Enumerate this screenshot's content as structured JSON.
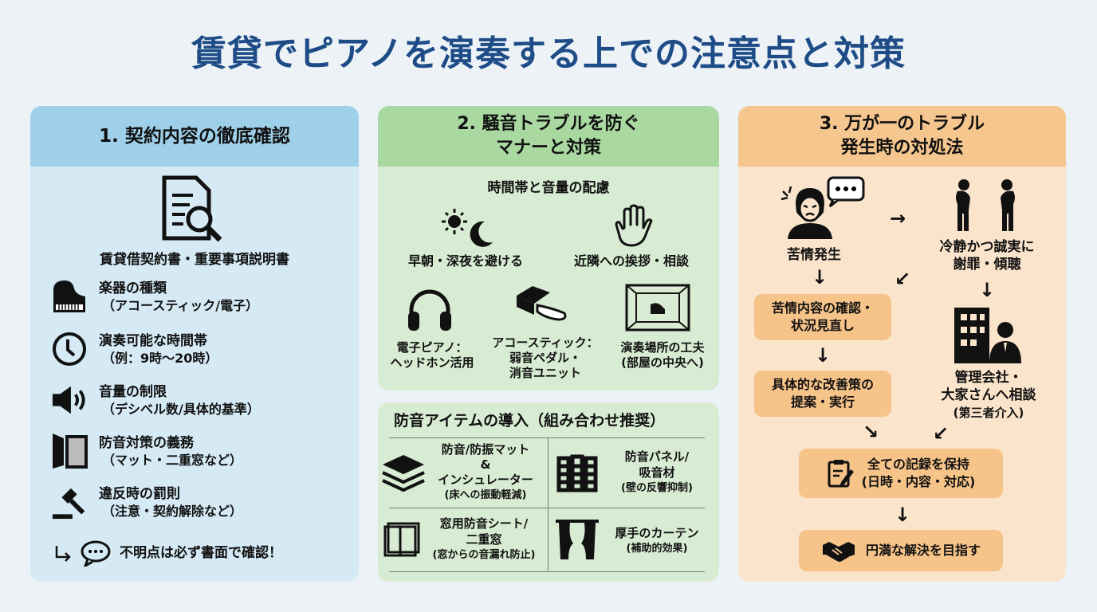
{
  "title": "賃貸でピアノを演奏する上での注意点と対策",
  "colors": {
    "title": "#1d4c86",
    "panel1_header": "#9fd0ea",
    "panel1_body": "#d5eaf5",
    "panel2_header": "#a9d9a1",
    "panel2_body": "#d8ecd3",
    "panel3_header": "#f5c68e",
    "panel3_body": "#fae4cb",
    "box": "#f6c389"
  },
  "panel1": {
    "heading": "1. 契約内容の徹底確認",
    "doc_label": "賃貸借契約書・重要事項説明書",
    "items": [
      {
        "icon": "piano-icon",
        "title": "楽器の種類",
        "detail": "（アコースティック/電子）"
      },
      {
        "icon": "clock-icon",
        "title": "演奏可能な時間帯",
        "detail": "（例：9時〜20時）"
      },
      {
        "icon": "speaker-icon",
        "title": "音量の制限",
        "detail": "（デシベル数/具体的基準）"
      },
      {
        "icon": "soundproof-panel-icon",
        "title": "防音対策の義務",
        "detail": "（マット・二重窓など）"
      },
      {
        "icon": "gavel-icon",
        "title": "違反時の罰則",
        "detail": "（注意・契約解除など）"
      }
    ],
    "note": "不明点は必ず書面で確認！"
  },
  "panel2": {
    "heading_line1": "2. 騒音トラブルを防ぐ",
    "heading_line2": "マナーと対策",
    "sub": "時間帯と音量の配慮",
    "tips": [
      "早朝・深夜を避ける",
      "近隣への挨拶・相談"
    ],
    "methods": [
      {
        "l1": "電子ピアノ：",
        "l2": "ヘッドホン活用",
        "l3": ""
      },
      {
        "l1": "アコースティック：",
        "l2": "弱音ペダル・",
        "l3": "消音ユニット"
      },
      {
        "l1": "演奏場所の工夫",
        "l2": "(部屋の中央へ)",
        "l3": ""
      }
    ]
  },
  "panel2b": {
    "heading": "防音アイテムの導入（組み合わせ推奨）",
    "items": [
      {
        "l1": "防音/防振マット",
        "l2": "&",
        "l3": "インシュレーター",
        "l4": "(床への振動軽減)"
      },
      {
        "l1": "防音パネル/",
        "l2": "吸音材",
        "l3": "(壁の反響抑制)"
      },
      {
        "l1": "窓用防音シート/",
        "l2": "二重窓",
        "l3": "(窓からの音漏れ防止)"
      },
      {
        "l1": "厚手のカーテン",
        "l2": "(補助的効果)"
      }
    ]
  },
  "panel3": {
    "heading_line1": "3. 万が一のトラブル",
    "heading_line2": "発生時の対処法",
    "complaint": "苦情発生",
    "apology_l1": "冷静かつ誠実に",
    "apology_l2": "謝罪・傾聴",
    "check_l1": "苦情内容の確認・",
    "check_l2": "状況見直し",
    "improve_l1": "具体的な改善策の",
    "improve_l2": "提案・実行",
    "consult_l1": "管理会社・",
    "consult_l2": "大家さんへ相談",
    "consult_l3": "(第三者介入)",
    "record_l1": "全ての記録を保持",
    "record_l2": "(日時・内容・対応)",
    "resolve": "円満な解決を目指す"
  }
}
